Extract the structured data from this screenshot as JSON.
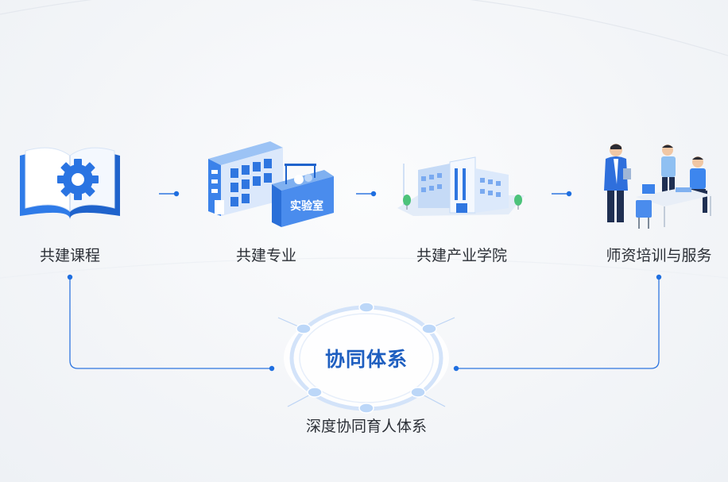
{
  "nodes": [
    {
      "label": "共建课程",
      "icon": "open-book-gear-icon"
    },
    {
      "label": "共建专业",
      "icon": "lab-building-icon"
    },
    {
      "label": "共建产业学院",
      "icon": "college-campus-icon"
    },
    {
      "label": "师资培训与服务",
      "icon": "teacher-training-icon"
    }
  ],
  "lab_sign": "实验室",
  "core": {
    "title": "协同体系",
    "subtitle": "深度协同育人体系"
  },
  "colors": {
    "accent": "#1f6fe0",
    "core_text": "#1f5fc0",
    "ring": "#cfe0f8",
    "text": "#2b2f36"
  }
}
